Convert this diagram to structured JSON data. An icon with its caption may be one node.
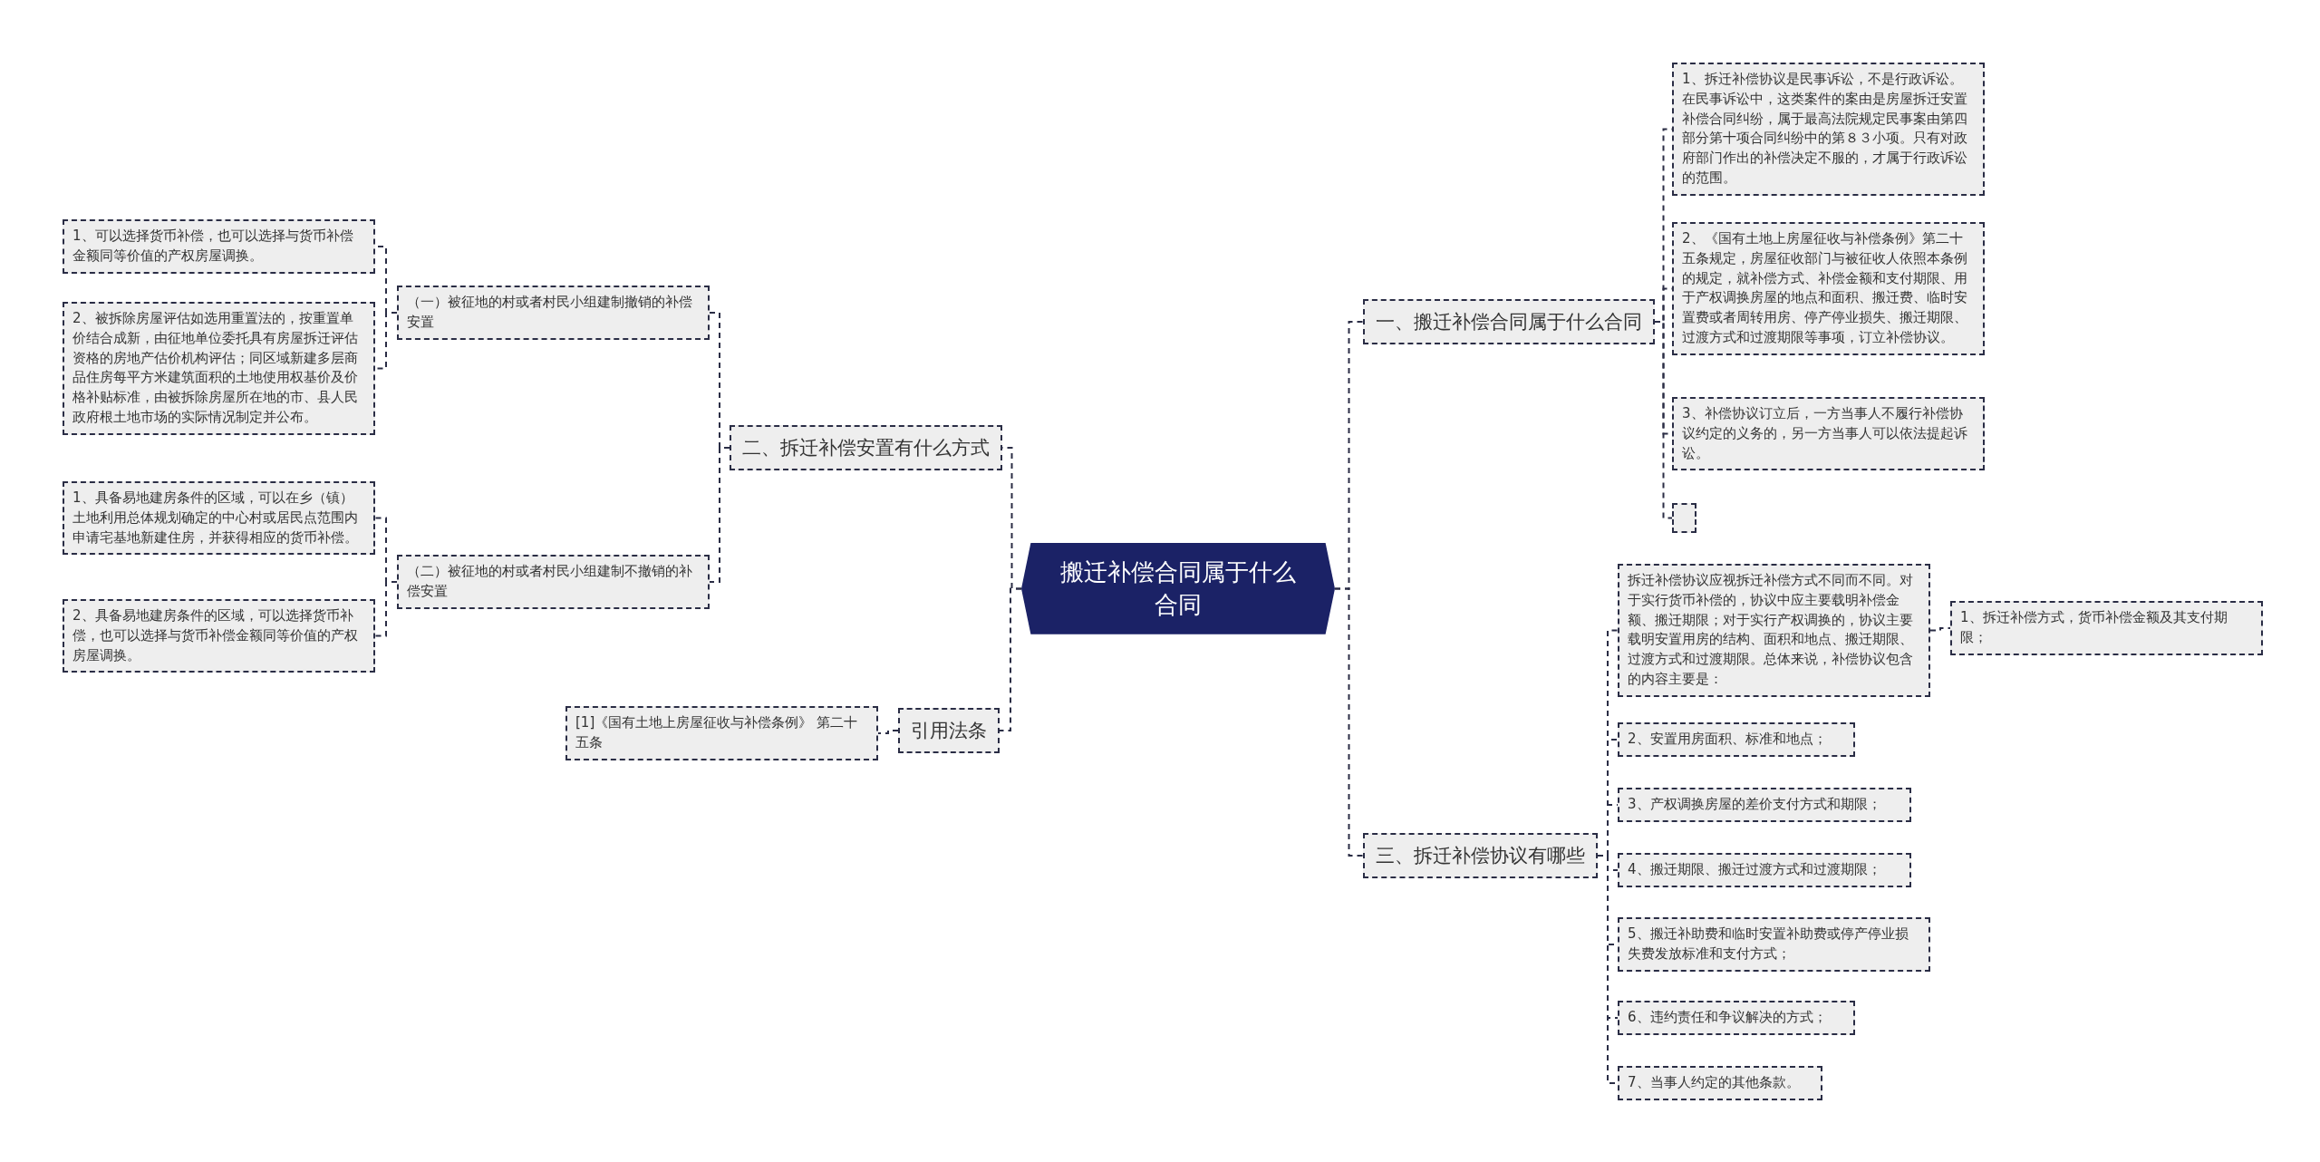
{
  "diagram": {
    "nodes": [
      {
        "text": [
          "搬迁补偿合同属于什么合同"
        ]
      },
      {
        "text": [
          "一、搬迁补偿合同属于什么合同"
        ]
      },
      {
        "text": [
          "1、拆迁补偿协议是民事诉讼，不是行政诉讼。在民事诉讼中，这类案件的案由是房屋拆迁安置补偿合同纠纷，属于最高法院规定民事案由第四部分第十项合同纠纷中的第８３小项。只有对政府部门作出的补偿决定不服的，才属于行政诉讼的范围。"
        ]
      },
      {
        "text": [
          "2、《国有土地上房屋征收与补偿条例》第二十五条规定，房屋征收部门与被征收人依照本条例的规定，就补偿方式、补偿金额和支付期限、用于产权调换房屋的地点和面积、搬迁费、临时安置费或者周转用房、停产停业损失、搬迁期限、过渡方式和过渡期限等事项，订立补偿协议。"
        ]
      },
      {
        "text": [
          "3、补偿协议订立后，一方当事人不履行补偿协议约定的义务的，另一方当事人可以依法提起诉讼。"
        ]
      },
      {
        "text": [],
        "shape": "box"
      },
      {
        "text": [
          "三、拆迁补偿协议有哪些"
        ]
      },
      {
        "text": [
          "拆迁补偿协议应视拆迁补偿方式不同而不同。对于实行货币补偿的，协议中应主要载明补偿金额、搬迁期限；对于实行产权调换的，协议主要载明安置用房的结构、面积和地点、搬迁期限、过渡方式和过渡期限。总体来说，补偿协议包含的内容主要是："
        ]
      },
      {
        "text": [
          "1、拆迁补偿方式，货币补偿金额及其支付期限；"
        ]
      },
      {
        "text": [
          "2、安置用房面积、标准和地点；"
        ]
      },
      {
        "text": [
          "3、产权调换房屋的差价支付方式和期限；"
        ]
      },
      {
        "text": [
          "4、搬迁期限、搬迁过渡方式和过渡期限；"
        ]
      },
      {
        "text": [
          "5、搬迁补助费和临时安置补助费或停产停业损失费发放标准和支付方式；"
        ]
      },
      {
        "text": [
          "6、违约责任和争议解决的方式；"
        ]
      },
      {
        "text": [
          "7、当事人约定的其他条款。"
        ]
      },
      {
        "text": [
          "二、拆迁补偿安置有什么方式"
        ]
      },
      {
        "text": [
          "（一）被征地的村或者村民小组建制撤销的补偿安置"
        ]
      },
      {
        "text": [
          "1、可以选择货币补偿，也可以选择与货币补偿金额同等价值的产权房屋调换。"
        ]
      },
      {
        "text": [
          "2、被拆除房屋评估如选用重置法的，按重置单价结合成新，由征地单位委托具有房屋拆迁评估资格的房地产估价机构评估；同区域新建多层商品住房每平方米建筑面积的土地使用权基价及价格补贴标准，由被拆除房屋所在地的市、县人民政府根土地市场的实际情况制定并公布。"
        ]
      },
      {
        "text": [
          "（二）被征地的村或者村民小组建制不撤销的补偿安置"
        ]
      },
      {
        "text": [
          "1、具备易地建房条件的区域，可以在乡（镇）土地利用总体规划确定的中心村或居民点范围内申请宅基地新建住房，并获得相应的货币补偿。"
        ]
      },
      {
        "text": [
          "2、具备易地建房条件的区域，可以选择货币补偿，也可以选择与货币补偿金额同等价值的产权房屋调换。"
        ]
      },
      {
        "text": [
          "引用法条"
        ]
      },
      {
        "text": [
          "[1]《国有土地上房屋征收与补偿条例》 第二十五条"
        ]
      }
    ],
    "edges": [
      {
        "from": 0,
        "to": 1,
        "arrow": "none"
      },
      {
        "from": 1,
        "to": 2,
        "arrow": "none"
      },
      {
        "from": 1,
        "to": 3,
        "arrow": "none"
      },
      {
        "from": 1,
        "to": 4,
        "arrow": "none"
      },
      {
        "from": 1,
        "to": 5,
        "arrow": "none"
      },
      {
        "from": 0,
        "to": 6,
        "arrow": "none"
      },
      {
        "from": 6,
        "to": 7,
        "arrow": "none"
      },
      {
        "from": 7,
        "to": 8,
        "arrow": "none"
      },
      {
        "from": 6,
        "to": 9,
        "arrow": "none"
      },
      {
        "from": 6,
        "to": 10,
        "arrow": "none"
      },
      {
        "from": 6,
        "to": 11,
        "arrow": "none"
      },
      {
        "from": 6,
        "to": 12,
        "arrow": "none"
      },
      {
        "from": 6,
        "to": 13,
        "arrow": "none"
      },
      {
        "from": 6,
        "to": 14,
        "arrow": "none"
      },
      {
        "from": 0,
        "to": 15,
        "arrow": "none"
      },
      {
        "from": 15,
        "to": 16,
        "arrow": "none"
      },
      {
        "from": 16,
        "to": 17,
        "arrow": "none"
      },
      {
        "from": 16,
        "to": 18,
        "arrow": "none"
      },
      {
        "from": 15,
        "to": 19,
        "arrow": "none"
      },
      {
        "from": 19,
        "to": 20,
        "arrow": "none"
      },
      {
        "from": 19,
        "to": 21,
        "arrow": "none"
      },
      {
        "from": 0,
        "to": 22,
        "arrow": "none"
      },
      {
        "from": 22,
        "to": 23,
        "arrow": "none"
      }
    ]
  }
}
